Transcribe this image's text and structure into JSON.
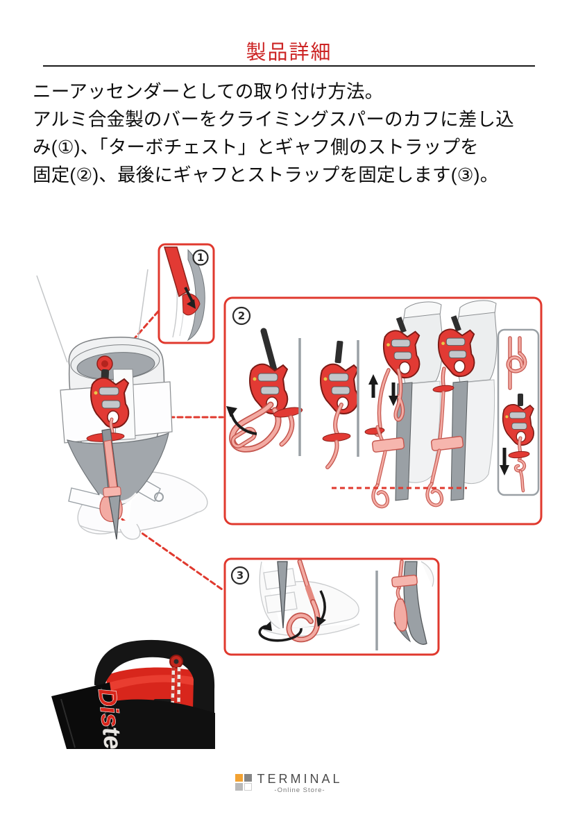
{
  "page": {
    "title": "製品詳細"
  },
  "description": {
    "lines": [
      "ニーアッセンダーとしての取り付け方法。",
      "アルミ合金製のバーをクライミングスパーのカフに差し込",
      "み(①)、「ターボチェスト」とギャフ側のストラップを",
      "固定(②)、最後にギャフとストラップを固定します(③)。"
    ]
  },
  "figure": {
    "step1_label": "1",
    "step2_label": "2",
    "step3_label": "3"
  },
  "photo": {
    "brand_part1": "Dis",
    "brand_part2": "te"
  },
  "footer": {
    "logo_text": "TERMINAL",
    "logo_subtext": "-Online Store-"
  },
  "colors": {
    "title_red": "#cc2424",
    "accent_red": "#e0392e",
    "device_red": "#e23a34",
    "strap_pink": "#f3aba3",
    "gray_mid": "#9aa0a5",
    "logo_orange": "#f2a232"
  }
}
